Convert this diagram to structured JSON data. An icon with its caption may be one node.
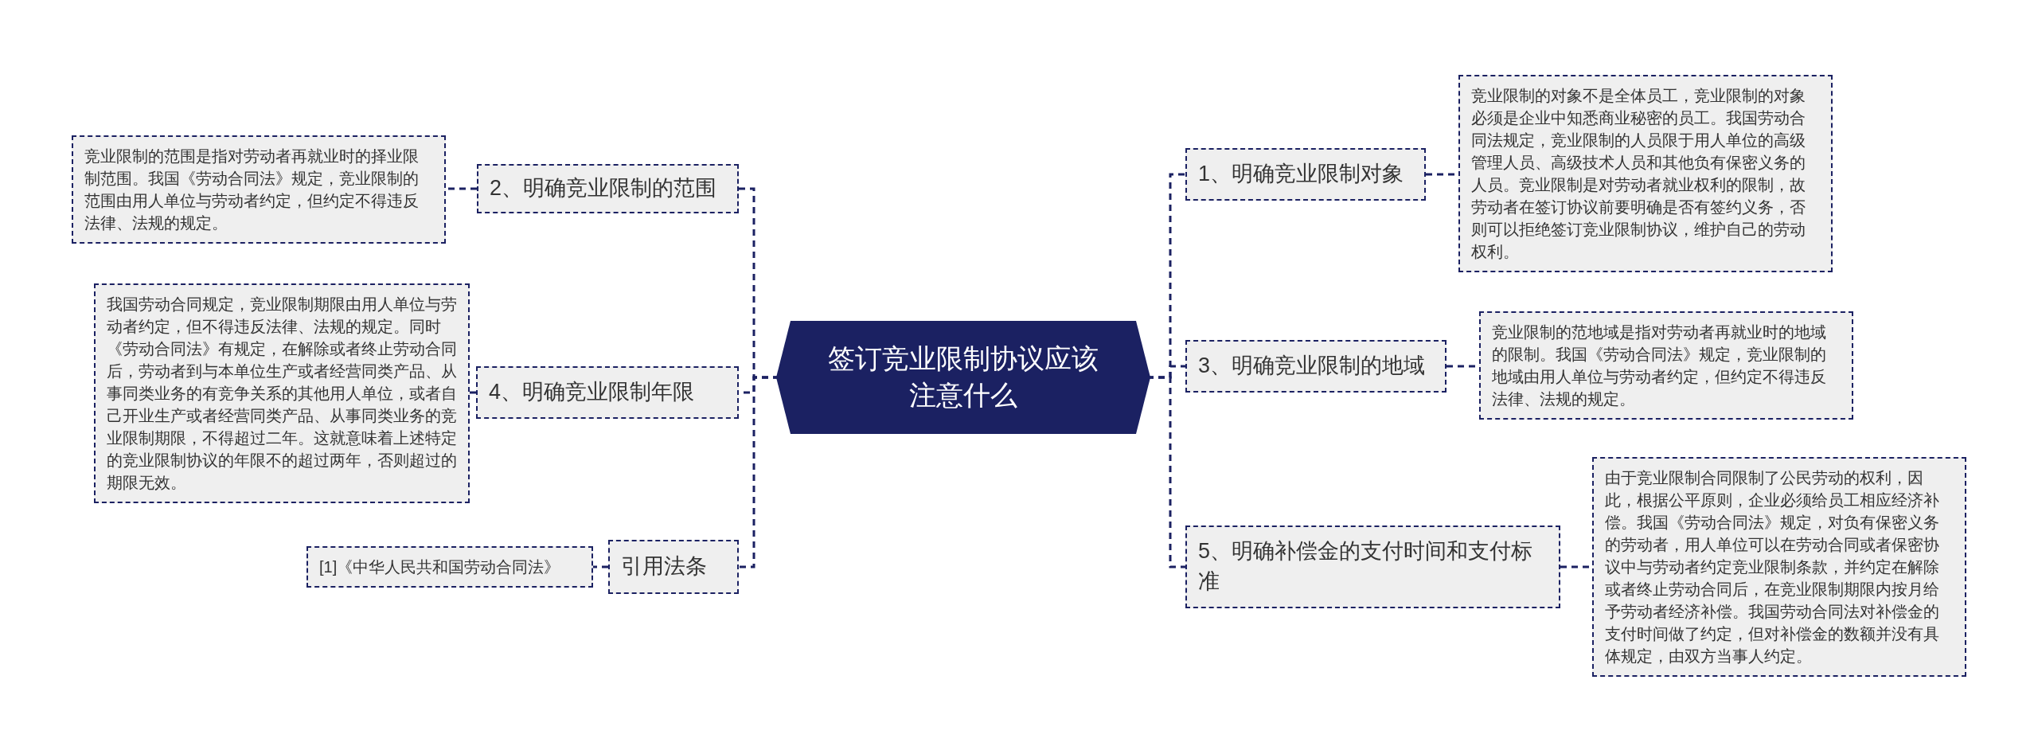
{
  "diagram": {
    "nodes": [
      {
        "text": [
          "签订竞业限制协议应该注意什么"
        ]
      },
      {
        "text": [
          "1、明确竞业限制对象"
        ]
      },
      {
        "text": [
          "竞业限制的对象不是全体员工，竞业限制的对象必须是企业中知悉商业秘密的员工。我国劳动合同法规定，竞业限制的人员限于用人单位的高级管理人员、高级技术人员和其他负有保密义务的人员。竞业限制是对劳动者就业权利的限制，故劳动者在签订协议前要明确是否有签约义务，否则可以拒绝签订竞业限制协议，维护自己的劳动权利。"
        ]
      },
      {
        "text": [
          "2、明确竞业限制的范围"
        ]
      },
      {
        "text": [
          "竞业限制的范围是指对劳动者再就业时的择业限制范围。我国《劳动合同法》规定，竞业限制的范围由用人单位与劳动者约定，但约定不得违反法律、法规的规定。"
        ]
      },
      {
        "text": [
          "3、明确竞业限制的地域"
        ]
      },
      {
        "text": [
          "竞业限制的范地域是指对劳动者再就业时的地域的限制。我国《劳动合同法》规定，竞业限制的地域由用人单位与劳动者约定，但约定不得违反法律、法规的规定。"
        ]
      },
      {
        "text": [
          "4、明确竞业限制年限"
        ]
      },
      {
        "text": [
          "我国劳动合同规定，竞业限制期限由用人单位与劳动者约定，但不得违反法律、法规的规定。同时《劳动合同法》有规定，在解除或者终止劳动合同后，劳动者到与本单位生产或者经营同类产品、从事同类业务的有竞争关系的其他用人单位，或者自己开业生产或者经营同类产品、从事同类业务的竞业限制期限，不得超过二年。这就意味着上述特定的竞业限制协议的年限不的超过两年，否则超过的期限无效。"
        ]
      },
      {
        "text": [
          "5、明确补偿金的支付时间和支付标准"
        ]
      },
      {
        "text": [
          "由于竞业限制合同限制了公民劳动的权利，因此，根据公平原则，企业必须给员工相应经济补偿。我国《劳动合同法》规定，对负有保密义务的劳动者，用人单位可以在劳动合同或者保密协议中与劳动者约定竞业限制条款，并约定在解除或者终止劳动合同后，在竞业限制期限内按月给予劳动者经济补偿。我国劳动合同法对补偿金的支付时间做了约定，但对补偿金的数额并没有具体规定，由双方当事人约定。"
        ]
      },
      {
        "text": [
          "引用法条"
        ]
      },
      {
        "text": [
          "[1]《中华人民共和国劳动合同法》"
        ]
      }
    ],
    "edges": [
      {
        "from": 0,
        "to": 1,
        "arrow": "none",
        "style": "dashed"
      },
      {
        "from": 1,
        "to": 2,
        "arrow": "none",
        "style": "dashed"
      },
      {
        "from": 0,
        "to": 3,
        "arrow": "none",
        "style": "dashed"
      },
      {
        "from": 3,
        "to": 4,
        "arrow": "none",
        "style": "dashed"
      },
      {
        "from": 0,
        "to": 5,
        "arrow": "none",
        "style": "dashed"
      },
      {
        "from": 5,
        "to": 6,
        "arrow": "none",
        "style": "dashed"
      },
      {
        "from": 0,
        "to": 7,
        "arrow": "none",
        "style": "dashed"
      },
      {
        "from": 7,
        "to": 8,
        "arrow": "none",
        "style": "dashed"
      },
      {
        "from": 0,
        "to": 9,
        "arrow": "none",
        "style": "dashed"
      },
      {
        "from": 9,
        "to": 10,
        "arrow": "none",
        "style": "dashed"
      },
      {
        "from": 0,
        "to": 11,
        "arrow": "none",
        "style": "dashed"
      },
      {
        "from": 11,
        "to": 12,
        "arrow": "none",
        "style": "dashed"
      }
    ]
  }
}
